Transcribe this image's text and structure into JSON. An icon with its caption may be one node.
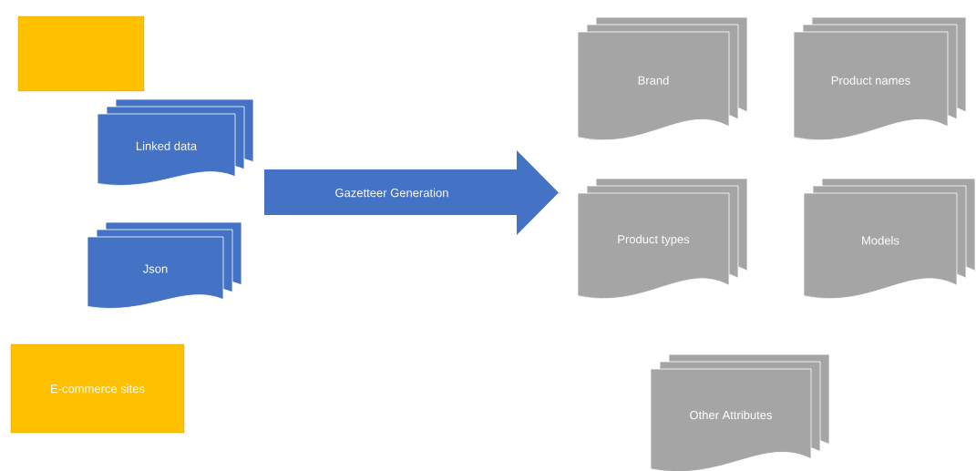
{
  "diagram": {
    "nodes": [
      {
        "text": [],
        "shape": "box"
      },
      {
        "text": [
          "Linked data"
        ]
      },
      {
        "text": [
          "Json"
        ]
      },
      {
        "text": [
          "E-commerce sites"
        ]
      },
      {
        "text": [
          "Gazetteer Generation"
        ]
      },
      {
        "text": [
          "Brand"
        ]
      },
      {
        "text": [
          "Product names"
        ]
      },
      {
        "text": [
          "Product types"
        ]
      },
      {
        "text": [
          "Models"
        ]
      },
      {
        "text": [
          "Other Attributes"
        ]
      }
    ]
  }
}
